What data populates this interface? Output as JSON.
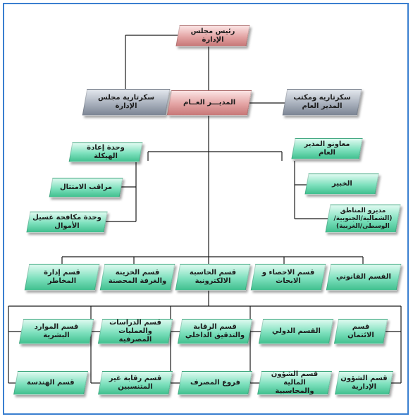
{
  "colors": {
    "line": "#1a1a1a",
    "frame": "#3a7fd0",
    "green": "#6fd6b2",
    "gray": "#9ea6b3",
    "pink": "#df9c9c"
  },
  "top": {
    "board_chairman": "رئيس مجلس الإدارة",
    "board_secretary": "سكرتارية مجلس الإدارة",
    "general_manager": "المديـــر العــام",
    "gm_office_secretary": "سكرتاريه ومكتب المدير العام"
  },
  "left_units": {
    "restructuring_unit": "وحدة إعادة الهيكلة",
    "compliance_officer": "مراقب الامتثال",
    "aml_unit": "وحدة مكافحة غسيل الأموال"
  },
  "right_units": {
    "gm_assistants": "معاونو المدير العام",
    "expert": "الخبير",
    "regional_managers": "مديرو المناطق (الشمالية/الجنوبية/الوسطى/الغربية)"
  },
  "departments_row1": [
    "قسم إدارة المخاطر",
    "قسم الخزينة والغرفة المحصنة",
    "قسم الحاسبة الالكترونية",
    "قسم الاحصاء و الابحاث",
    "القسم القانوني"
  ],
  "departments_row2": [
    "قسم الموارد البشرية",
    "قسم الدراسات والعمليات المصرفية",
    "قسم الرقابة والتدقيق الداخلي",
    "القسم الدولي",
    "قسم الائتمان"
  ],
  "departments_row3": [
    "قسم الهندسة",
    "قسم رقابة غير المتنسبين",
    "فروع المصرف",
    "قسم الشؤون المالية والمحاسبية",
    "قسم الشؤون الإدارية"
  ]
}
